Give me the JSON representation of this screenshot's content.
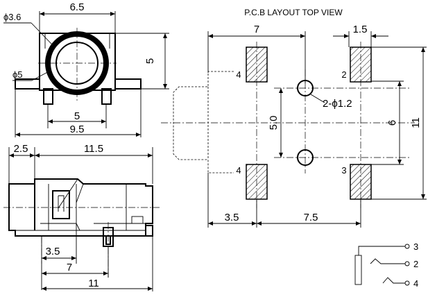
{
  "front_view": {
    "width_top": "6.5",
    "hole_diameter": "ϕ3.6",
    "outer_diameter": "ϕ5",
    "height": "5",
    "pin_spacing": "5",
    "body_width": "9.5"
  },
  "side_view": {
    "nose_length": "2.5",
    "body_length": "11.5",
    "pin_offset": "3.5",
    "pin_distance": "7",
    "total_length": "11"
  },
  "pcb_layout": {
    "title": "P.C.B LAYOUT  TOP VIEW",
    "width_left": "7",
    "pad_width": "1.5",
    "hole_spacing": "5.0",
    "hole_spec": "2-ϕ1.2",
    "pad_pitch_right": "6",
    "overall_height": "11",
    "left_offset": "3.5",
    "pad_span": "7.5",
    "pad_labels": {
      "top_left": "4",
      "bottom_left": "4",
      "top_right": "2",
      "bottom_right": "3"
    }
  },
  "schematic": {
    "pins": [
      "3",
      "2",
      "4"
    ]
  }
}
